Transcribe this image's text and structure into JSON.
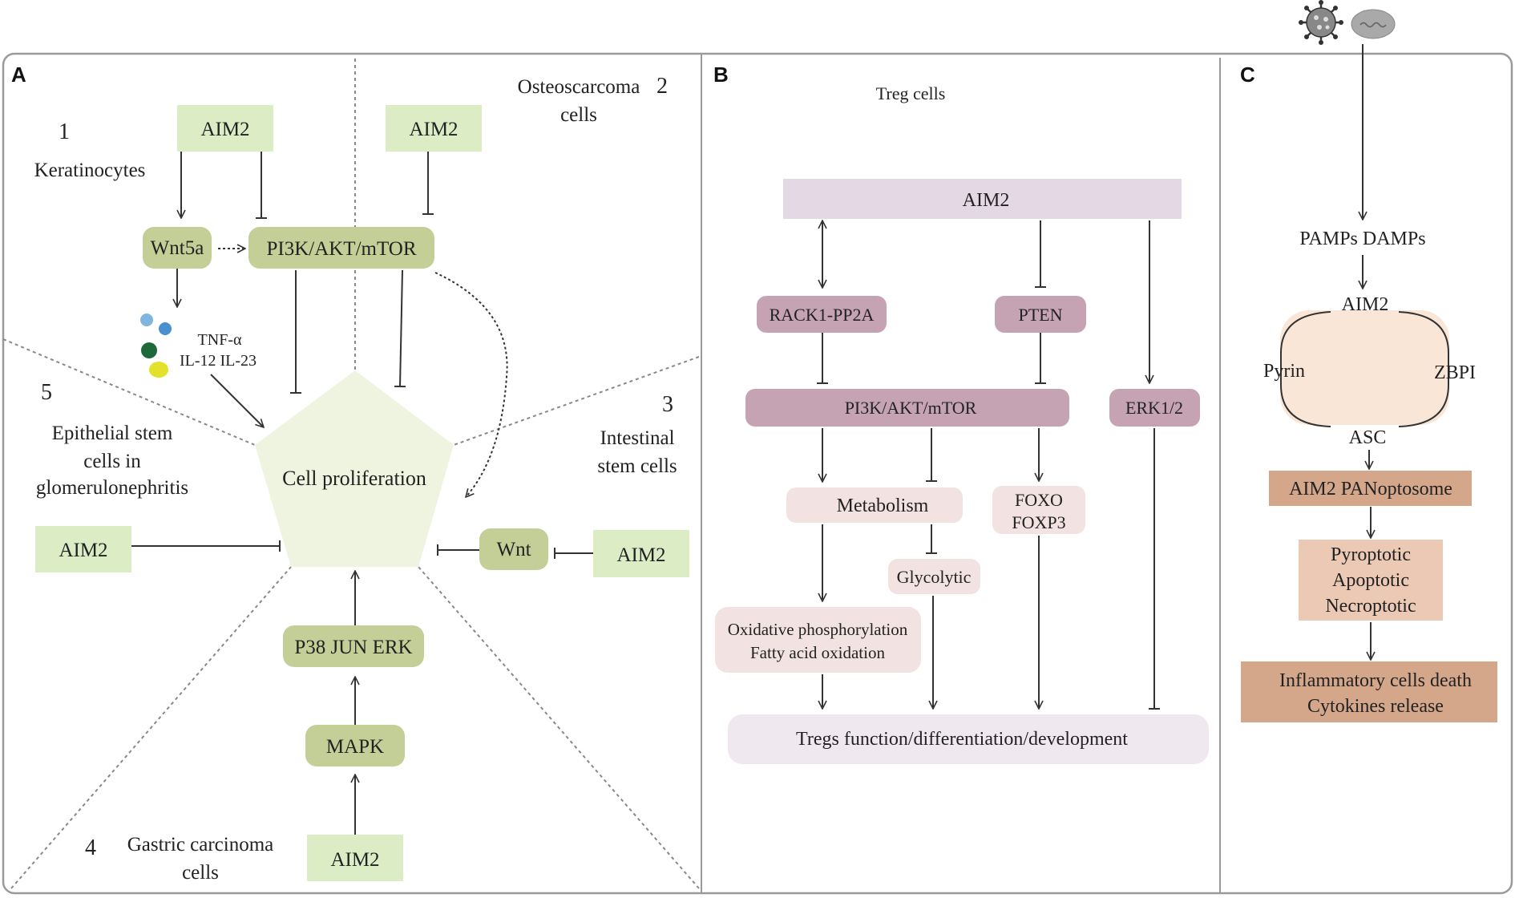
{
  "panels": {
    "a": "A",
    "b": "B",
    "c": "C"
  },
  "panel_a": {
    "sector1": {
      "number": "1",
      "cell": "Keratinocytes"
    },
    "sector2": {
      "number": "2",
      "cell_line1": "Osteoscarcoma",
      "cell_line2": "cells"
    },
    "sector3": {
      "number": "3",
      "cell_line1": "Intestinal",
      "cell_line2": "stem cells"
    },
    "sector4": {
      "number": "4",
      "cell_line1": "Gastric carcinoma",
      "cell_line2": "cells"
    },
    "sector5": {
      "number": "5",
      "cell_line1": "Epithelial stem",
      "cell_line2": "cells in",
      "cell_line3": "glomerulonephritis"
    },
    "aim2": "AIM2",
    "wnt5a": "Wnt5a",
    "pi3k": "PI3K/AKT/mTOR",
    "cytokines_line1": "TNF-α",
    "cytokines_line2": "IL-12 IL-23",
    "center": "Cell proliferation",
    "wnt": "Wnt",
    "p38": "P38 JUN ERK",
    "mapk": "MAPK"
  },
  "panel_b": {
    "title": "Treg cells",
    "aim2": "AIM2",
    "rack1": "RACK1-PP2A",
    "pten": "PTEN",
    "pi3k": "PI3K/AKT/mTOR",
    "erk": "ERK1/2",
    "metabolism": "Metabolism",
    "foxo_line1": "FOXO",
    "foxo_line2": "FOXP3",
    "glycolytic": "Glycolytic",
    "oxphos_line1": "Oxidative phosphorylation",
    "oxphos_line2": "Fatty acid oxidation",
    "outcome": "Tregs function/differentiation/development"
  },
  "panel_c": {
    "signals": "PAMPs DAMPs",
    "aim2": "AIM2",
    "pyrin": "Pyrin",
    "zbp": "ZBPI",
    "asc": "ASC",
    "complex": "AIM2 PANoptosome",
    "death_line1": "Pyroptotic",
    "death_line2": "Apoptotic",
    "death_line3": "Necroptotic",
    "outcome_line1": "Inflammatory cells death",
    "outcome_line2": "Cytokines release"
  },
  "icons": [
    "virus-icon",
    "bacterium-icon"
  ]
}
